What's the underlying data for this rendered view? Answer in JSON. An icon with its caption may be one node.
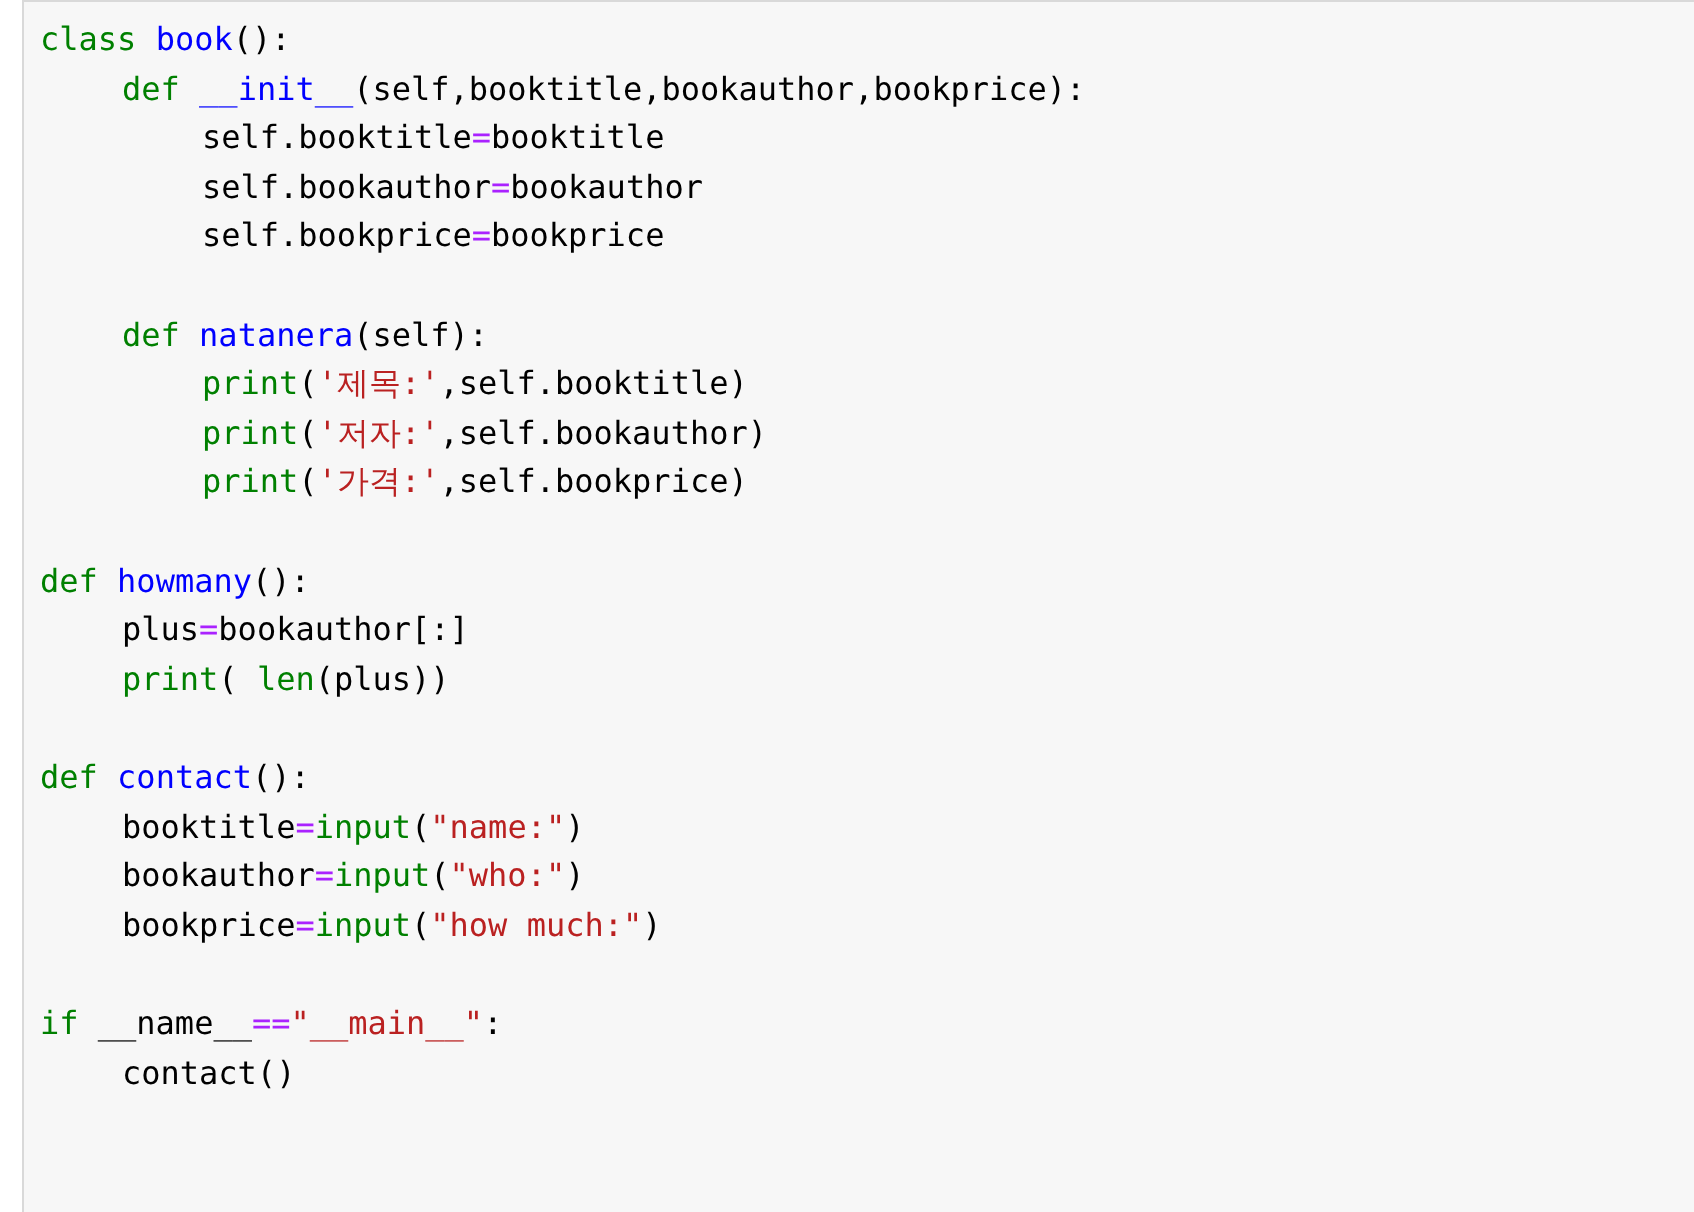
{
  "diagram": {
    "labels": [
      "class book():",
      "def __init__(self,booktitle,bookauthor,bookprice):",
      "self.booktitle=booktitle",
      "self.bookauthor=bookauthor",
      "self.bookprice=bookprice",
      "def natanera(self):",
      "print('제목:',self.booktitle)",
      "print('저자:',self.bookauthor)",
      "print('가격:',self.bookprice)",
      "def howmany():",
      "plus=bookauthor[:]",
      "print( len(plus))",
      "def contact():",
      "booktitle=input(\"name:\")",
      "bookauthor=input(\"who:\")",
      "bookprice=input(\"how much:\")",
      "if __name__==\"__main__\":",
      "contact()"
    ]
  }
}
